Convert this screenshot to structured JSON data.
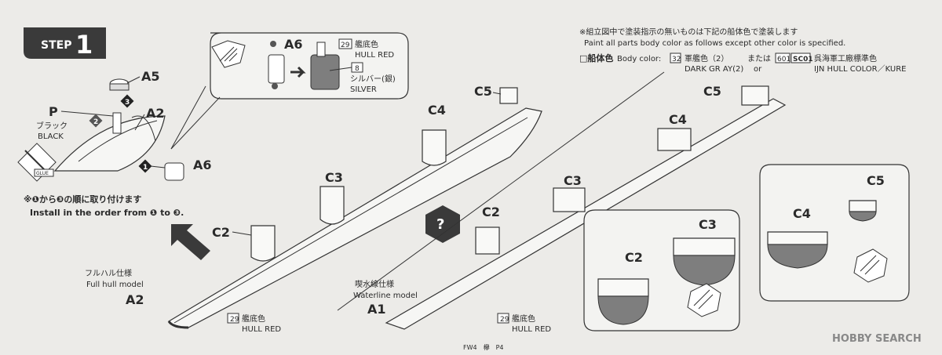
{
  "step": {
    "label": "STEP",
    "number": "1"
  },
  "paint_note": {
    "jp": "※組立図中で塗装指示の無いものは下記の船体色で塗装します",
    "en": "Paint all parts body color as follows except other color is specified.",
    "body_color_jp": "□船体色",
    "body_color_en": "Body color:",
    "code_1": "32",
    "color_1_jp": "軍艦色（2）",
    "color_1_en": "DARK GR AY(2)",
    "or_jp": "または",
    "or_en": "or",
    "code_2": "601",
    "code_3": "SC01",
    "color_2_jp": "呉海軍工廠標準色",
    "color_2_en": "IJN HULL COLOR／KURE"
  },
  "detail_callout": {
    "part": "A6",
    "paint_1_code": "29",
    "paint_1_jp": "艦底色",
    "paint_1_en": "HULL RED",
    "paint_2_code": "8",
    "paint_2_jp": "シルバー(銀)",
    "paint_2_en": "SILVER"
  },
  "parts": {
    "A5": "A5",
    "P": "P",
    "A2": "A2",
    "A6": "A6",
    "C2": "C2",
    "C3": "C3",
    "C4": "C4",
    "C5": "C5",
    "A1": "A1"
  },
  "order_markers": {
    "one": "1",
    "two": "2",
    "three": "3"
  },
  "black_paint": {
    "jp": "ブラック",
    "en": "BLACK"
  },
  "glue_label": "GLUE",
  "install_note": {
    "jp": "※❶から❸の順に取り付けます",
    "en": "Install in the order from ❶ to ❸."
  },
  "full_hull": {
    "jp": "フルハル仕様",
    "en": "Full hull model"
  },
  "waterline": {
    "jp": "喫水線仕様",
    "en": "Waterline model"
  },
  "hull_red_full": {
    "code": "29",
    "jp": "艦底色",
    "en": "HULL RED"
  },
  "hull_red_wl": {
    "code": "29",
    "jp": "艦底色",
    "en": "HULL RED"
  },
  "footer": {
    "page": "FW4　欅　P4",
    "watermark": "HOBBY SEARCH"
  }
}
